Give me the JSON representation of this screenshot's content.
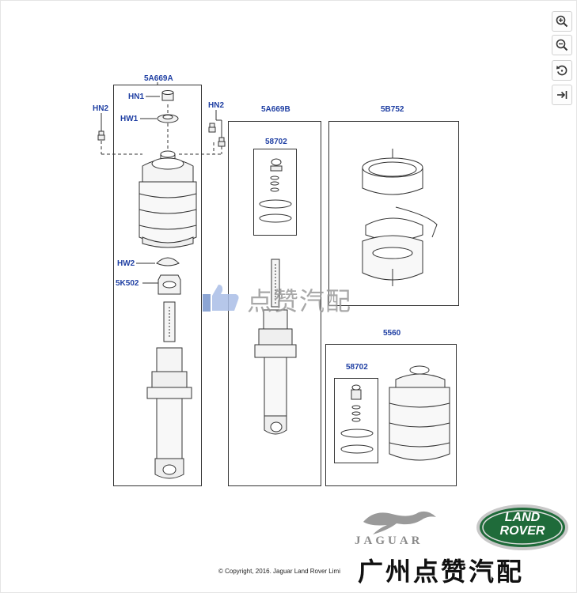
{
  "toolbar": {
    "zoom_in": "zoom-in",
    "zoom_out": "zoom-out",
    "reset": "reset",
    "fit": "fit"
  },
  "callouts": {
    "assy_left": "5A669A",
    "hn1": "HN1",
    "hw1": "HW1",
    "hn2_left": "HN2",
    "hn2_right": "HN2",
    "hw2": "HW2",
    "bump_stop": "5K502",
    "assy_mid": "5A669B",
    "kit_mid": "58702",
    "air_spring_top": "5B752",
    "air_spring_assy": "5560",
    "kit_right": "58702"
  },
  "watermark_mid": "点赞汽配",
  "watermark_bottom": "广州点赞汽配",
  "copyright": "© Copyright, 2016. Jaguar Land Rover Limi",
  "brands": {
    "jaguar": "JAGUAR",
    "land_rover_top": "LAND",
    "land_rover_bottom": "ROVER",
    "land_rover_green": "#1f6b3a"
  },
  "colors": {
    "callout": "#1f3fa3"
  }
}
